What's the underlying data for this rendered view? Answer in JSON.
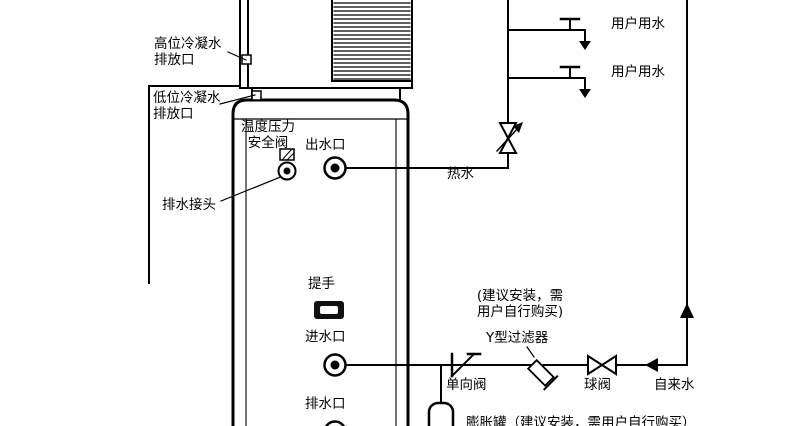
{
  "colors": {
    "background": "#ffffff",
    "line": "#000000",
    "text": "#000000"
  },
  "labels": {
    "high_condensate_drain": "高位冷凝水\n排放口",
    "low_condensate_drain": "低位冷凝水\n排放口",
    "temp_pressure_safety_valve": "温度压力\n安全阀",
    "water_outlet": "出水口",
    "drain_connector": "排水接头",
    "handle": "提手",
    "water_inlet": "进水口",
    "drain_outlet": "排水口",
    "hot_water": "热水",
    "user_tap_1": "用户用水",
    "user_tap_2": "用户用水",
    "purchase_note": "(建议安装，需\n用户自行购买)",
    "y_filter": "Y型过滤器",
    "check_valve": "单向阀",
    "ball_valve": "球阀",
    "tap_water": "自来水",
    "expansion_tank_note": "膨胀罐（建议安装，需用户自行购买）"
  },
  "icons": {
    "safety_valve": "safety-valve-icon",
    "outlet_port": "outlet-port-icon",
    "inlet_port": "inlet-port-icon",
    "drain_port": "drain-port-icon",
    "handle": "handle-icon",
    "hot_riser_valve": "hot-riser-valve-icon",
    "faucet": "faucet-icon",
    "ball_valve": "ball-valve-icon",
    "y_filter": "y-filter-icon",
    "check_valve": "check-valve-icon",
    "expansion_tank": "expansion-tank-icon",
    "flow_arrow_up": "flow-arrow-up-icon",
    "flow_arrow_left": "flow-arrow-left-icon"
  }
}
